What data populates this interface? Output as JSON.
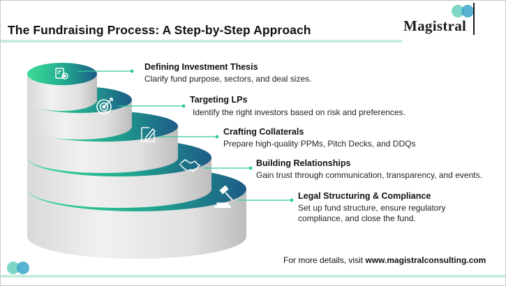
{
  "title": "The Fundraising Process: A Step-by-Step Approach",
  "logo": {
    "text": "Magistral"
  },
  "steps": [
    {
      "heading": "Defining Investment Thesis",
      "description": "Clarify fund purpose, sectors, and deal sizes.",
      "icon": "investment-thesis-icon"
    },
    {
      "heading": "Targeting LPs",
      "description": "Identify the right investors based on risk and preferences.",
      "icon": "target-icon"
    },
    {
      "heading": "Crafting Collaterals",
      "description": "Prepare high-quality PPMs, Pitch Decks, and DDQs",
      "icon": "edit-document-icon"
    },
    {
      "heading": "Building Relationships",
      "description": "Gain trust through communication, transparency, and events.",
      "icon": "handshake-icon"
    },
    {
      "heading": "Legal Structuring & Compliance",
      "description": "Set up fund structure, ensure regulatory compliance, and close the fund.",
      "icon": "gavel-icon"
    }
  ],
  "footer": {
    "prefix": "For more details, visit ",
    "link": "www.magistralconsulting.com"
  },
  "colors": {
    "accent_green": "#2ecc9a",
    "accent_blue": "#1e5f8a",
    "rule": "#c6ecdc",
    "side_light": "#e4e4e4",
    "side_dark": "#c3c3c3"
  }
}
